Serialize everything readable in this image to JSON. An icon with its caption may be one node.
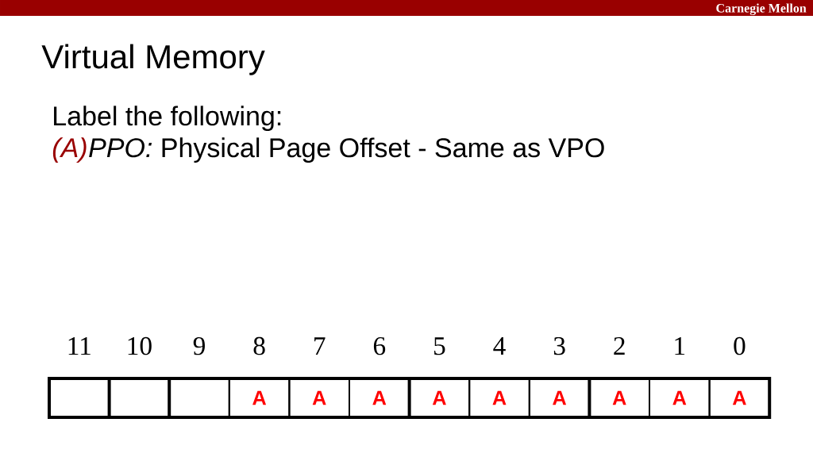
{
  "diagram": {
    "title": "Virtual Memory",
    "nodes": [
      {
        "text": [],
        "shape": "box"
      },
      {
        "text": [],
        "shape": "box"
      },
      {
        "text": [],
        "shape": "box"
      },
      {
        "text": [
          "A"
        ]
      },
      {
        "text": [
          "A"
        ]
      },
      {
        "text": [
          "A"
        ]
      },
      {
        "text": [
          "A"
        ]
      },
      {
        "text": [
          "A"
        ]
      },
      {
        "text": [
          "A"
        ]
      },
      {
        "text": [
          "A"
        ]
      },
      {
        "text": [
          "A"
        ]
      },
      {
        "text": [
          "A"
        ]
      }
    ],
    "labels": [
      "Carnegie Mellon",
      "Label the following:",
      "(A)",
      "*PPO:* Physical Page Offset - Same as VPO",
      "11",
      "10",
      "9",
      "8",
      "7",
      "6",
      "5",
      "4",
      "3",
      "2",
      "1",
      "0"
    ]
  }
}
